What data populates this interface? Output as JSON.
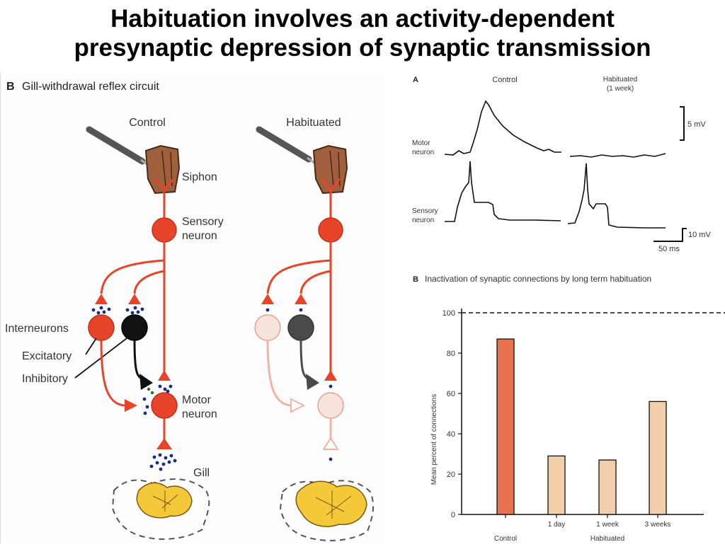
{
  "title_line1": "Habituation involves an activity-dependent",
  "title_line2": "presynaptic depression of synaptic transmission",
  "circuit": {
    "panel_letter": "B",
    "panel_title": "Gill-withdrawal reflex circuit",
    "control_label": "Control",
    "habituated_label": "Habituated",
    "siphon": "Siphon",
    "sensory_line1": "Sensory",
    "sensory_line2": "neuron",
    "interneurons": "Interneurons",
    "excitatory": "Excitatory",
    "inhibitory": "Inhibitory",
    "motor_line1": "Motor",
    "motor_line2": "neuron",
    "gill": "Gill",
    "colors": {
      "active": "#e8442a",
      "inhibitory": "#111111",
      "faded": "#f2b3a4",
      "faded_fill": "#f6e3dc",
      "gill": "#f3c93a",
      "siphon": "#9a5a3a",
      "vesicle": "#1a2a8c"
    }
  },
  "recordings": {
    "panel_letter": "A",
    "control_label": "Control",
    "habituated_line1": "Habituated",
    "habituated_line2": "(1 week)",
    "motor_line1": "Motor",
    "motor_line2": "neuron",
    "sensory_line1": "Sensory",
    "sensory_line2": "neuron",
    "scale_5mv": "5 mV",
    "scale_10mv": "10 mV",
    "scale_50ms": "50 ms"
  },
  "chart_data": {
    "type": "bar",
    "title": "Inactivation of synaptic connections by long term habituation",
    "panel_letter": "B",
    "ylabel": "Mean percent of connections",
    "ylim": [
      0,
      100
    ],
    "yticks": [
      "0",
      "20",
      "40",
      "60",
      "80",
      "100"
    ],
    "categories": [
      "",
      "1 day",
      "1 week",
      "3 weeks"
    ],
    "values": [
      87,
      29,
      27,
      56
    ],
    "group_labels": [
      "Control",
      "Habituated"
    ],
    "reference_line": 100,
    "colors": [
      "#e8724e",
      "#f2ceaa",
      "#f2ceaa",
      "#f2ceaa"
    ]
  }
}
